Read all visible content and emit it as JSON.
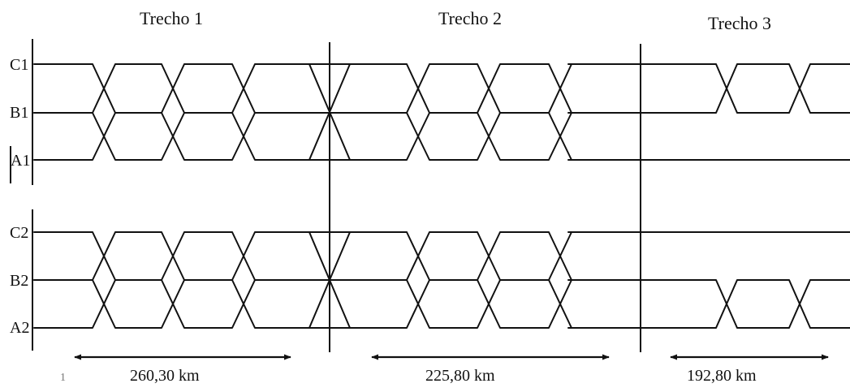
{
  "sections": [
    {
      "title": "Trecho 1",
      "distance": "260,30 km"
    },
    {
      "title": "Trecho 2",
      "distance": "225,80 km"
    },
    {
      "title": "Trecho 3",
      "distance": "192,80 km"
    }
  ],
  "circuit1": {
    "top": "C1",
    "middle": "B1",
    "bottom": "A1"
  },
  "circuit2": {
    "top": "C2",
    "middle": "B2",
    "bottom": "A2"
  },
  "stray_mark": "1",
  "colors": {
    "line": "#111111",
    "background": "#ffffff"
  }
}
